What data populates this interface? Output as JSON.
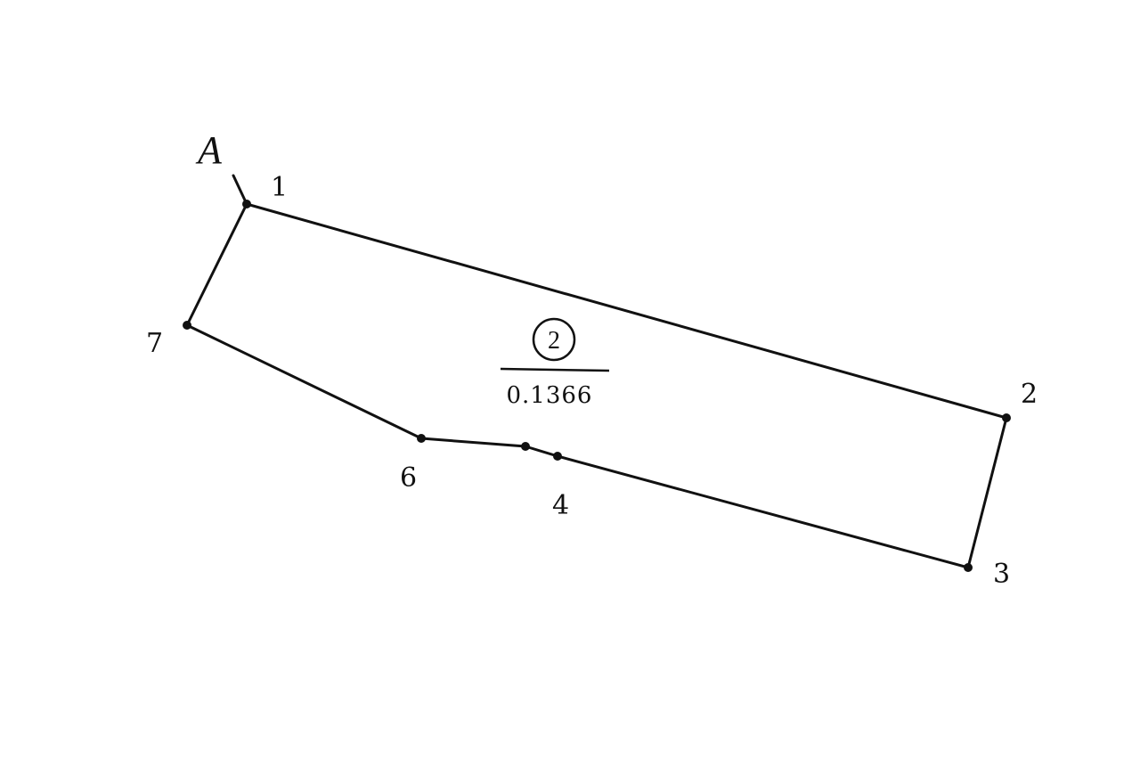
{
  "diagram": {
    "point_label": "A",
    "vertices": [
      {
        "label": "1"
      },
      {
        "label": "2"
      },
      {
        "label": "3"
      },
      {
        "label": "4"
      },
      {
        "label": "6"
      },
      {
        "label": "7"
      }
    ],
    "parcel": {
      "number": "2",
      "area": "0.1366"
    }
  }
}
